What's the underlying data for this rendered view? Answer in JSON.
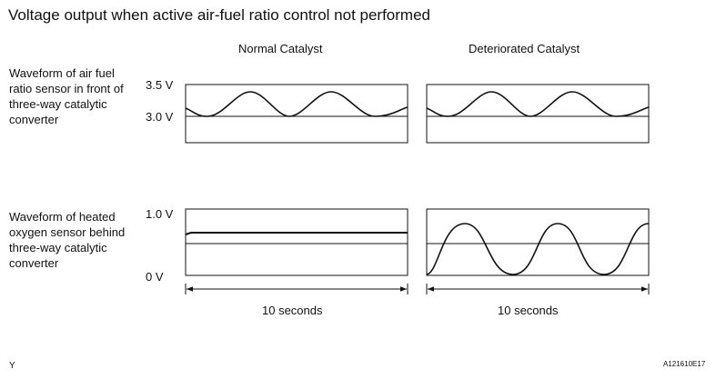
{
  "title": "Voltage output when active air-fuel ratio control not performed",
  "columns": {
    "normal": "Normal Catalyst",
    "deteriorated": "Deteriorated Catalyst"
  },
  "rows": {
    "af_sensor": {
      "label": "Waveform of air fuel ratio sensor in front of three-way catalytic converter",
      "v_high": "3.5 V",
      "v_low": "3.0 V"
    },
    "ho2_sensor": {
      "label": "Waveform of heated oxygen sensor behind three-way catalytic converter",
      "v_high": "1.0 V",
      "v_low": "0 V"
    }
  },
  "duration": {
    "normal": "10 seconds",
    "deteriorated": "10 seconds"
  },
  "footer": {
    "corner_letter": "Y",
    "figure_code": "A121610E17"
  }
}
